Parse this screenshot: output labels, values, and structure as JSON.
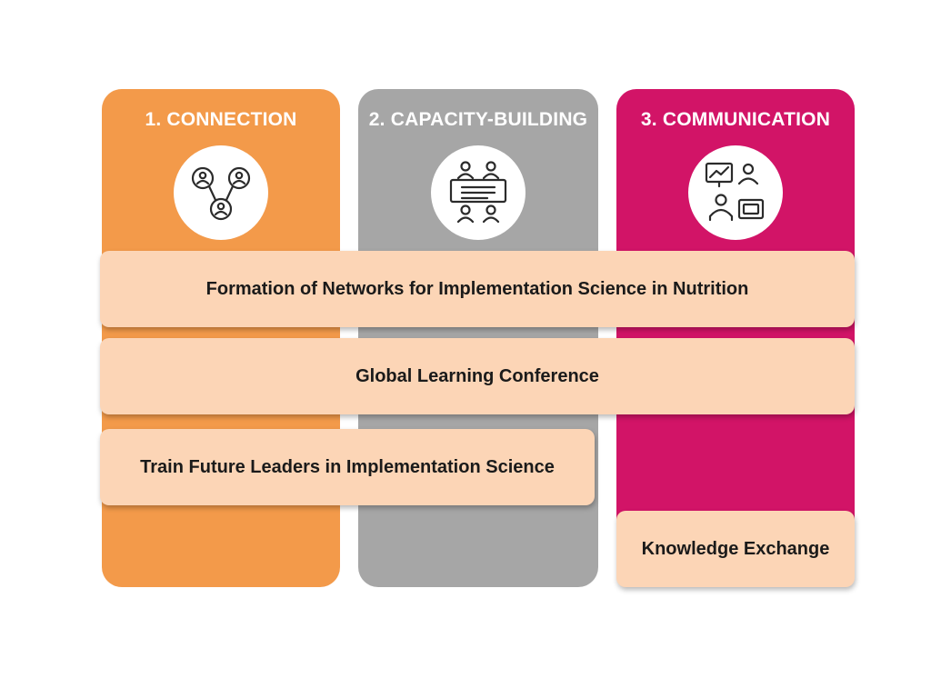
{
  "columns": [
    {
      "title": "1. CONNECTION",
      "color": "#F39A4A",
      "icon": "network-people-icon"
    },
    {
      "title": "2. CAPACITY-BUILDING",
      "color": "#A6A6A6",
      "icon": "meeting-table-icon"
    },
    {
      "title": "3. COMMUNICATION",
      "color": "#D21467",
      "icon": "presentation-people-icon"
    }
  ],
  "bars": [
    {
      "label": "Formation of Networks for Implementation Science in Nutrition",
      "color": "#FCD5B6"
    },
    {
      "label": "Global Learning Conference",
      "color": "#FCD5B6"
    },
    {
      "label": "Train Future Leaders in Implementation Science",
      "color": "#FCD5B6"
    },
    {
      "label": "Knowledge Exchange",
      "color": "#FCD5B6"
    }
  ]
}
